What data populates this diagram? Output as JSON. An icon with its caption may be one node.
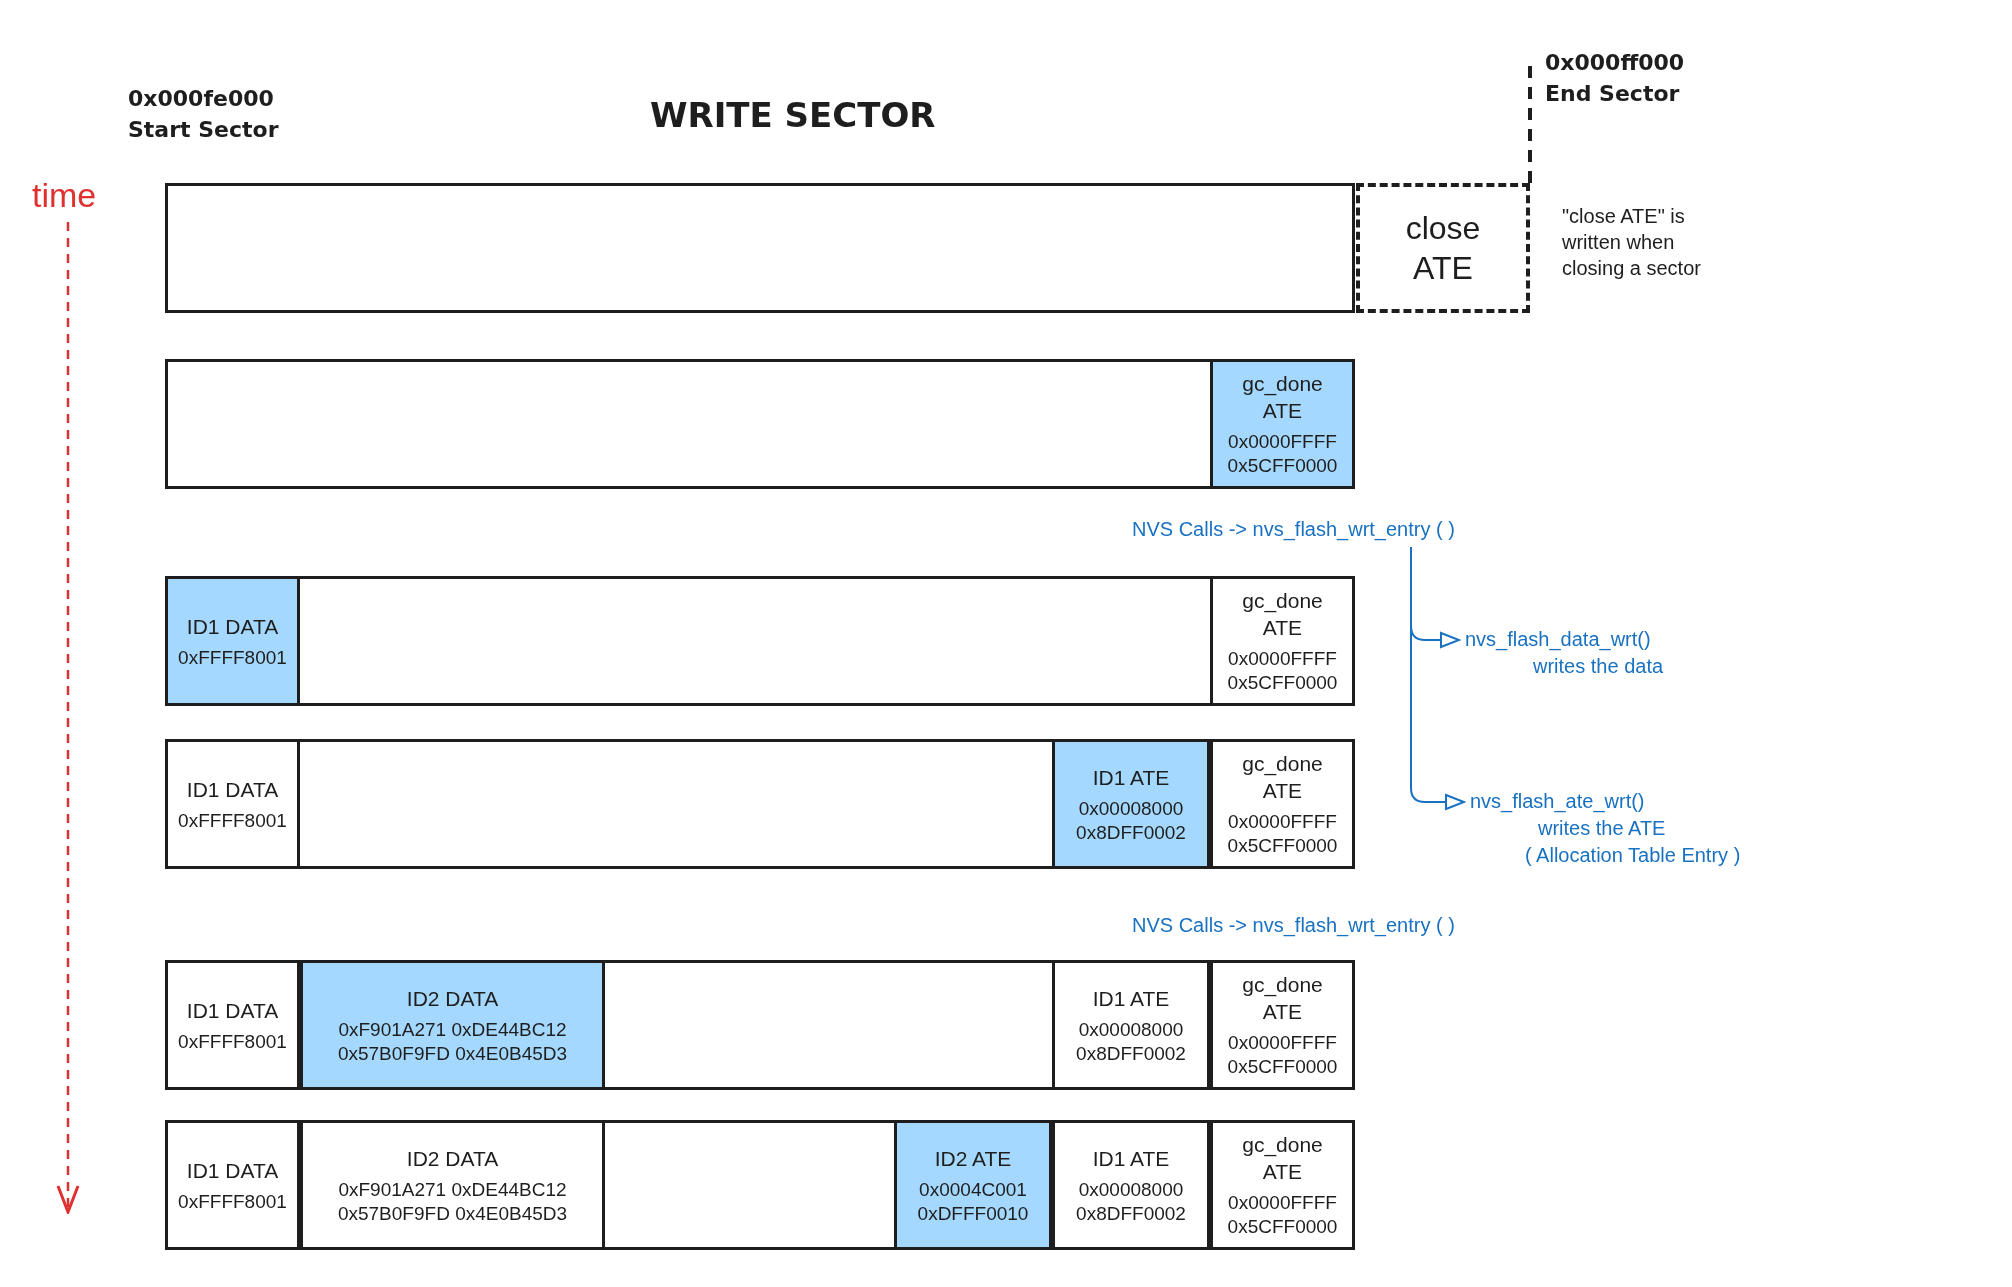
{
  "diagram": {
    "title": "WRITE SECTOR",
    "nodes": [
      {
        "text": [],
        "shape": "bar"
      },
      {
        "text": [
          "close ATE"
        ],
        "beside": [
          "\"close ATE\" is written when closing a sector"
        ]
      },
      {
        "text": [],
        "shape": "bar"
      },
      {
        "text": [
          "gc_done ATE",
          "0x0000FFFF 0x5CFF0000"
        ],
        "in": 2
      },
      {
        "text": [],
        "shape": "bar"
      },
      {
        "text": [
          "ID1 DATA",
          "0xFFFF8001"
        ],
        "in": 4
      },
      {
        "text": [
          "gc_done ATE",
          "0x0000FFFF 0x5CFF0000"
        ],
        "in": 4
      },
      {
        "text": [],
        "shape": "bar"
      },
      {
        "text": [
          "ID1 DATA",
          "0xFFFF8001"
        ],
        "in": 7
      },
      {
        "text": [
          "ID1 ATE",
          "0x00008000 0x8DFF0002"
        ],
        "in": 7
      },
      {
        "text": [
          "gc_done ATE",
          "0x0000FFFF 0x5CFF0000"
        ],
        "in": 7
      },
      {
        "text": [],
        "shape": "bar"
      },
      {
        "text": [
          "ID1 DATA",
          "0xFFFF8001"
        ],
        "in": 11
      },
      {
        "text": [
          "ID2 DATA",
          "0xF901A271 0xDE44BC12 0x57B0F9FD 0x4E0B45D3"
        ],
        "in": 11
      },
      {
        "text": [
          "ID1 ATE",
          "0x00008000 0x8DFF0002"
        ],
        "in": 11
      },
      {
        "text": [
          "gc_done ATE",
          "0x0000FFFF 0x5CFF0000"
        ],
        "in": 11
      },
      {
        "text": [],
        "shape": "bar"
      },
      {
        "text": [
          "ID1 DATA",
          "0xFFFF8001"
        ],
        "in": 16
      },
      {
        "text": [
          "ID2 DATA",
          "0xF901A271 0xDE44BC12 0x57B0F9FD 0x4E0B45D3"
        ],
        "in": 16
      },
      {
        "text": [
          "ID2 ATE",
          "0x0004C001 0xDFFF0010"
        ],
        "in": 16
      },
      {
        "text": [
          "ID1 ATE",
          "0x00008000 0x8DFF0002"
        ],
        "in": 16
      },
      {
        "text": [
          "gc_done ATE",
          "0x0000FFFF 0x5CFF0000"
        ],
        "in": 16
      },
      {
        "text": [
          "NVS Calls  ->  nvs_flash_wrt_entry ( )"
        ]
      },
      {
        "text": [
          "nvs_flash_data_wrt()",
          "writes the data"
        ]
      },
      {
        "text": [
          "nvs_flash_ate_wrt()",
          "writes the ATE",
          "( Allocation Table Entry )"
        ]
      }
    ],
    "edges": [
      {
        "from": 22,
        "to": 23,
        "arrow": "to"
      },
      {
        "from": 22,
        "to": 24,
        "arrow": "to"
      }
    ],
    "labels": [
      "0x000fe000",
      "Start Sector",
      "0x000ff000",
      "End Sector",
      "time",
      "NVS Calls  ->  nvs_flash_wrt_entry ( )"
    ]
  }
}
